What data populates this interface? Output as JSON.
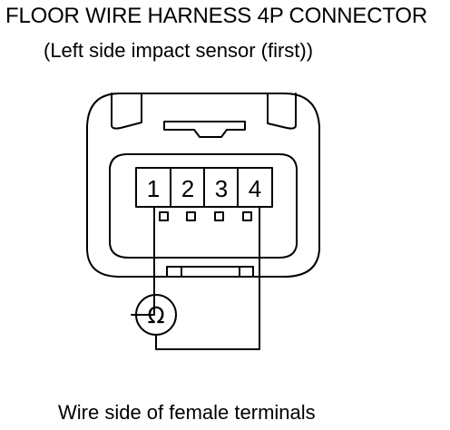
{
  "title": "FLOOR WIRE HARNESS 4P CONNECTOR",
  "subtitle": "(Left side impact sensor (first))",
  "connector": {
    "pins": [
      "1",
      "2",
      "3",
      "4"
    ],
    "meter_symbol": "Ω"
  },
  "caption": "Wire side of female terminals",
  "colors": {
    "line": "#000000",
    "background": "#ffffff"
  }
}
